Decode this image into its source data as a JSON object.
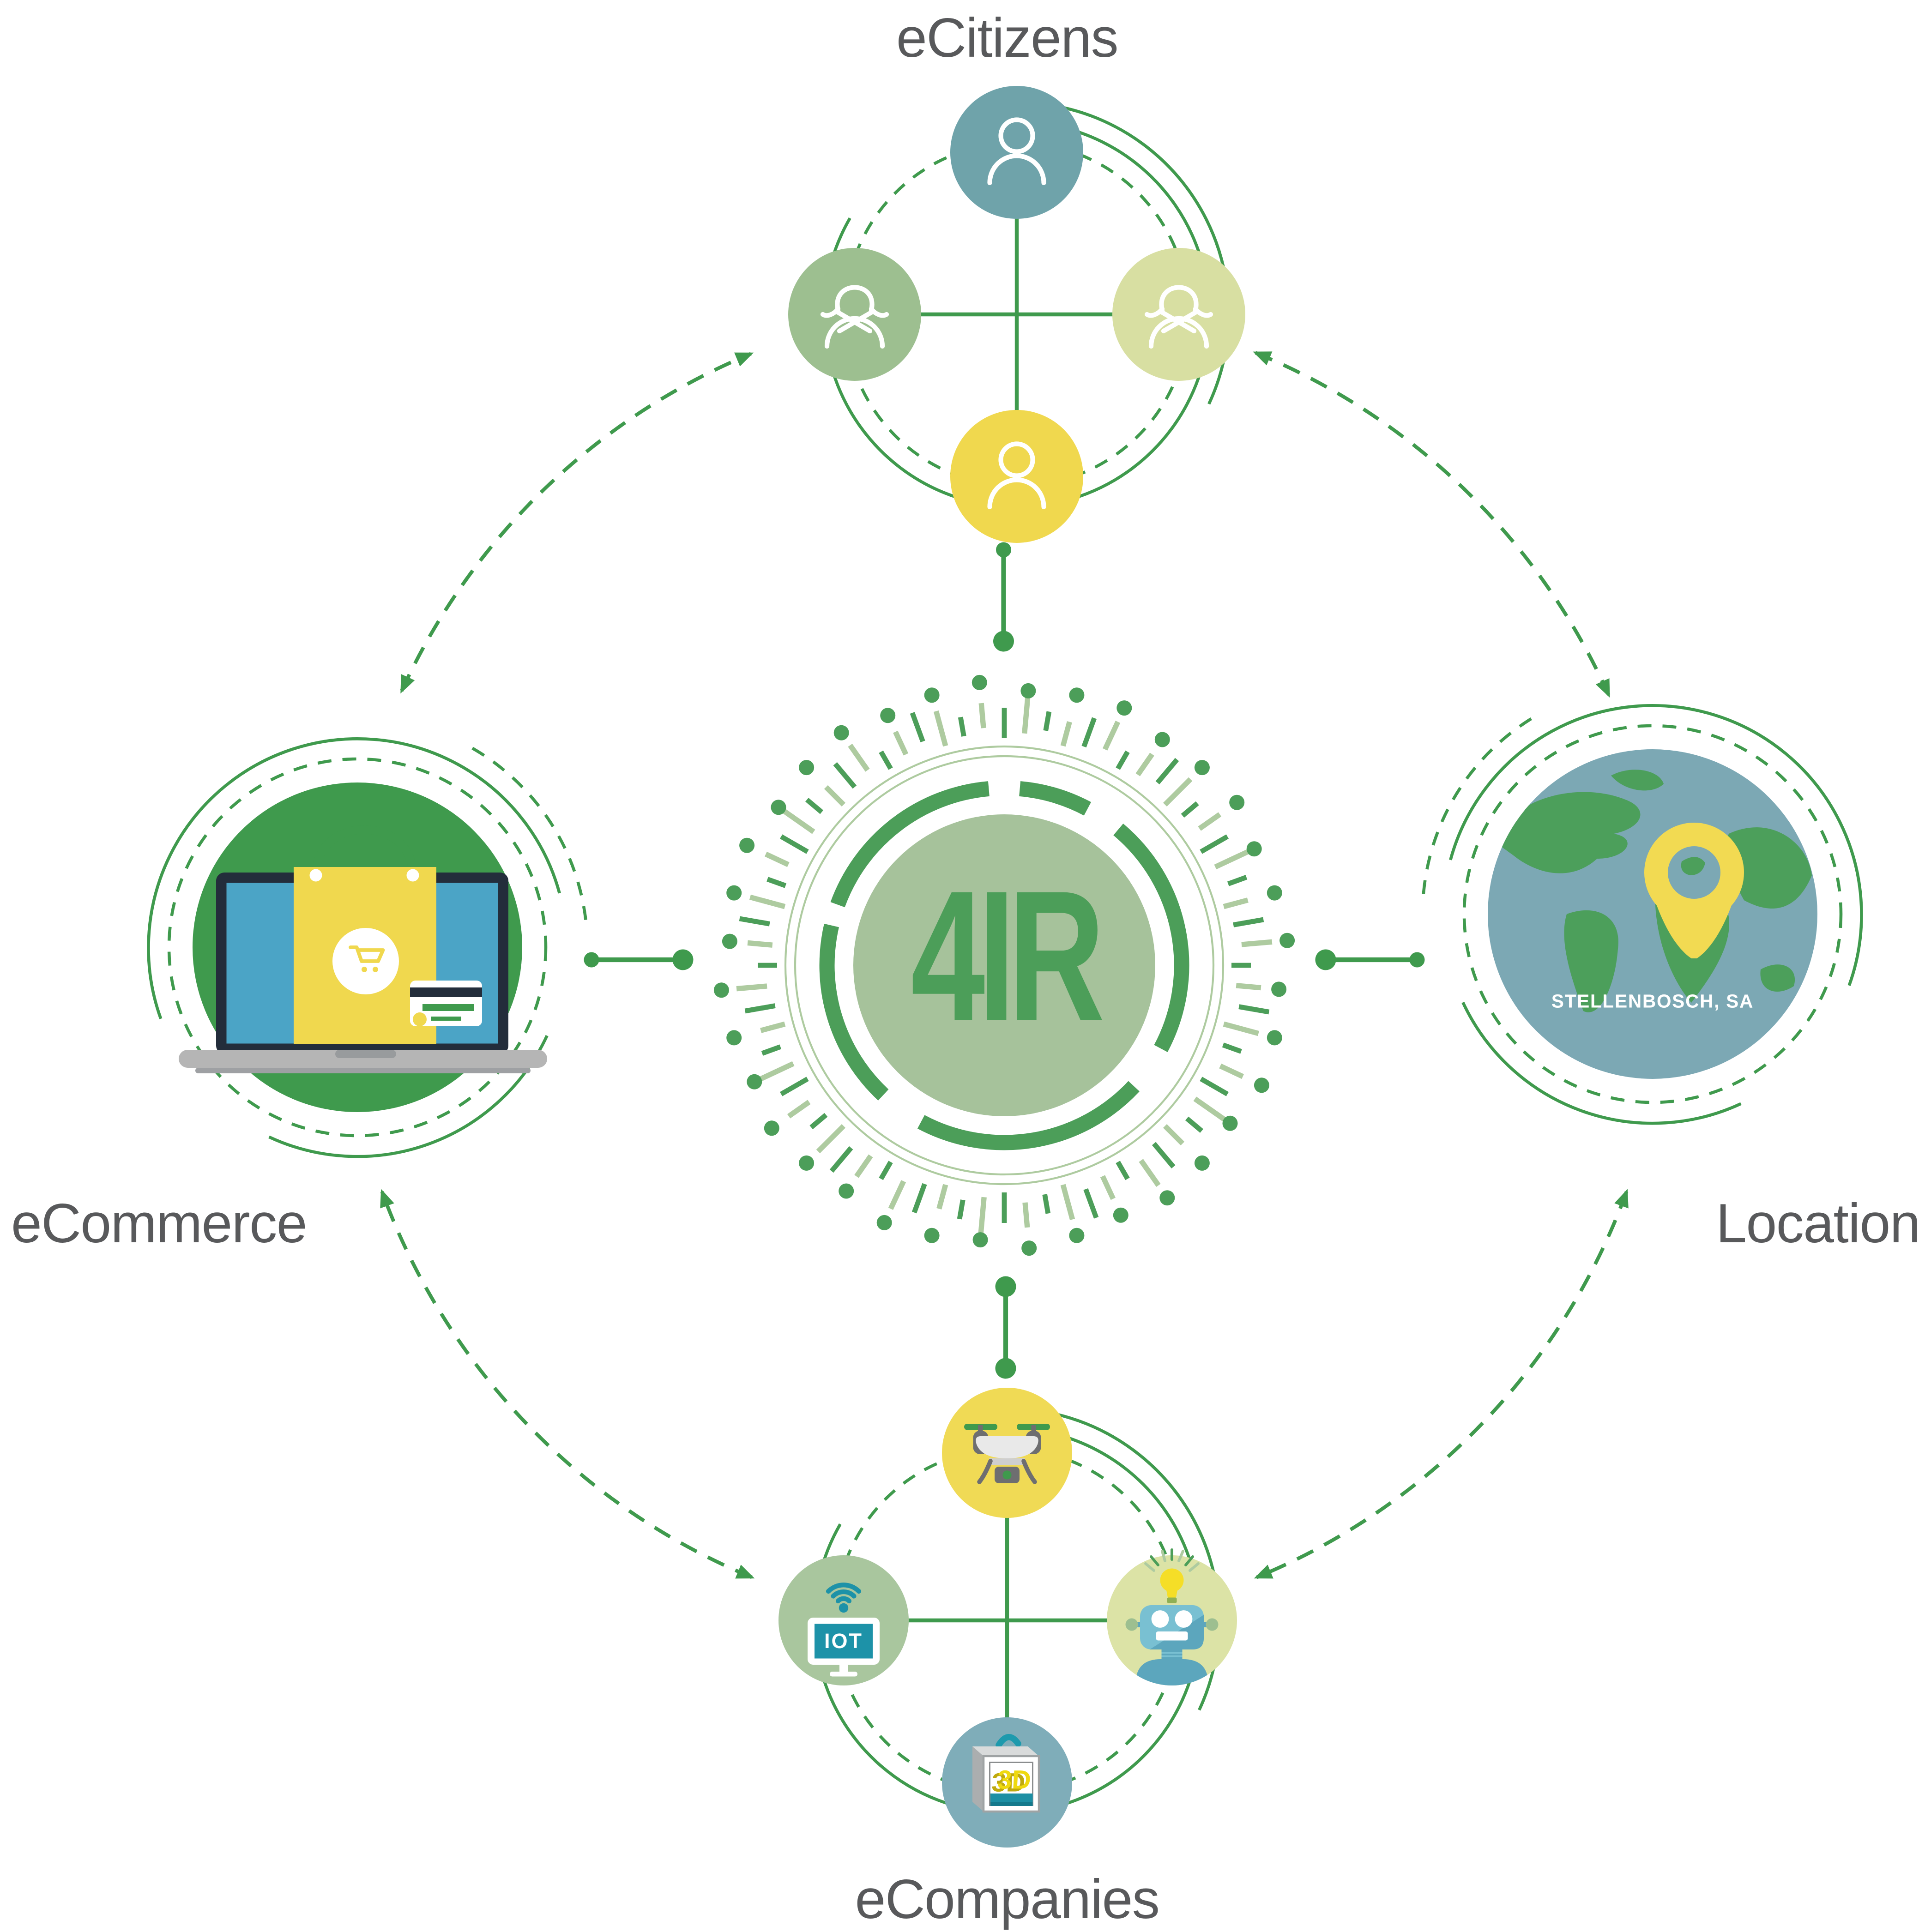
{
  "diagram": {
    "center": {
      "label": "4IR"
    },
    "nodes": [
      {
        "id": "ecitizens",
        "label": "eCitizens"
      },
      {
        "id": "ecommerce",
        "label": "eCommerce"
      },
      {
        "id": "location",
        "label": "Location",
        "pin_label": "STELLENBOSCH, SA"
      },
      {
        "id": "ecompanies",
        "label": "eCompanies",
        "iot_label": "IOT",
        "printer_label": "3D"
      }
    ]
  },
  "icons": [
    "person-icon",
    "woman-icon",
    "drone-icon",
    "wifi-icon",
    "iot-monitor-icon",
    "lightbulb-icon",
    "robot-icon",
    "printer-3d-icon",
    "laptop-icon",
    "shopping-bag-icon",
    "shopping-cart-icon",
    "credit-card-icon",
    "globe-icon",
    "map-pin-icon"
  ],
  "colors": {
    "green": "#3F9A4D",
    "emblem_green": "#4C9E59",
    "emblem_light": "#AECBA0",
    "sage": "#A6C29B",
    "teal_circle": "#6FA3AA",
    "mid_green_circle": "#9DBF90",
    "light_green_circle": "#D8DFA2",
    "yellow": "#F0D84E",
    "globe_blue": "#7CA8B4",
    "continent_green": "#4C9F5B",
    "monitor_teal": "#1D92A8",
    "robot_teal": "#79C0D2",
    "robot_teal_dark": "#5CA6BD",
    "label_gray": "#58595B",
    "laptop_dark": "#232D3B",
    "screen_blue": "#4BA4C6"
  }
}
